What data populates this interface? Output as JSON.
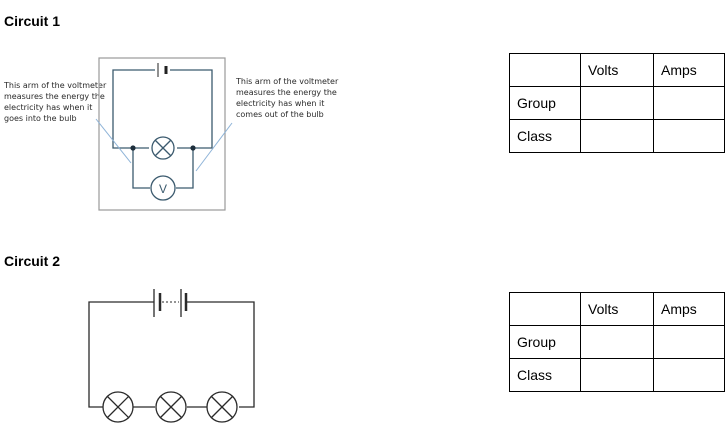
{
  "circuit1": {
    "title": "Circuit 1",
    "left_note": "This arm of the voltmeter\nmeasures the energy the\nelectricity has when it\ngoes into the bulb",
    "right_note": "This arm of the voltmeter\nmeasures the energy the\nelectricity has when it\ncomes out of the bulb",
    "voltmeter_symbol": "V",
    "table": {
      "headers": [
        "",
        "Volts",
        "Amps"
      ],
      "rows": [
        {
          "label": "Group",
          "volts": "",
          "amps": ""
        },
        {
          "label": "Class",
          "volts": "",
          "amps": ""
        }
      ]
    }
  },
  "circuit2": {
    "title": "Circuit 2",
    "table": {
      "headers": [
        "",
        "Volts",
        "Amps"
      ],
      "rows": [
        {
          "label": "Group",
          "volts": "",
          "amps": ""
        },
        {
          "label": "Class",
          "volts": "",
          "amps": ""
        }
      ]
    }
  }
}
